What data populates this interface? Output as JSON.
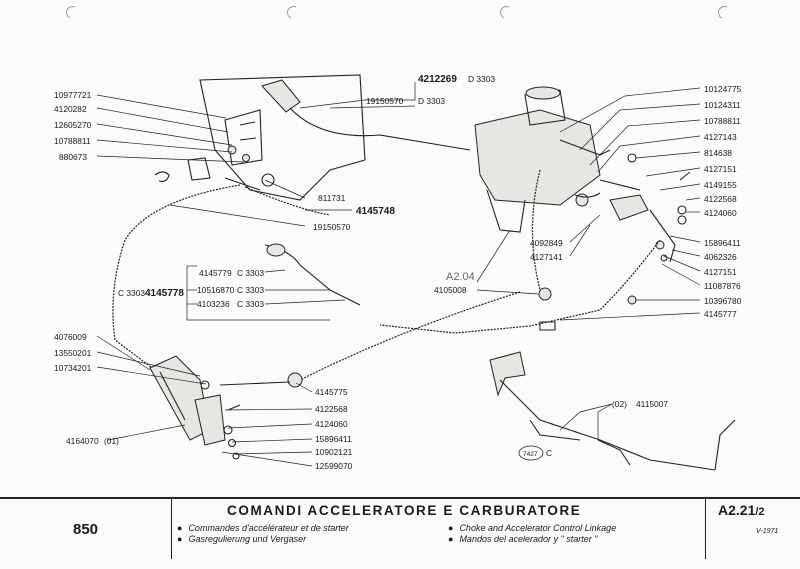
{
  "footer": {
    "model": "850",
    "title": "COMANDI ACCELERATORE E CARBURATORE",
    "subtitles": [
      "Commandes d'accélérateur et de starter",
      "Gasregulierung und Vergaser",
      "Choke and Accelerator Control Linkage",
      "Mandos del acelerador y \" starter \""
    ],
    "page_code": "A2.21",
    "page_code_suffix": "/2",
    "date": "V-1971"
  },
  "labels": {
    "left": [
      "10977721",
      "4120282",
      "12605270",
      "10788811",
      "880673"
    ],
    "center_top": [
      "4212269",
      "D 3303",
      "19150570",
      "D 3303"
    ],
    "center": [
      "811731",
      "4145748",
      "19150570"
    ],
    "group": [
      "4145779",
      "C 3303",
      "10516870",
      "C 3303",
      "4103236",
      "C 3303"
    ],
    "group_parent": [
      "C 3303",
      "4145778"
    ],
    "left_lower": [
      "4076009",
      "13550201",
      "10734201"
    ],
    "pedal": [
      "4164070",
      "(01)"
    ],
    "bottom_stack": [
      "4145775",
      "4122568",
      "4124060",
      "15896411",
      "10902121",
      "12599070"
    ],
    "right": [
      "10124775",
      "10124311",
      "10788811",
      "4127143",
      "814638",
      "4127151",
      "4149155",
      "4122568",
      "4124060",
      "15896411",
      "4062326",
      "4127151",
      "11087876",
      "10396780",
      "4145777"
    ],
    "carb": [
      "4092849",
      "4127141"
    ],
    "ref": [
      "A2.04",
      "4105008"
    ],
    "pedal_alt": [
      "(02)",
      "4115007"
    ],
    "badge": [
      "7427",
      "C"
    ]
  }
}
